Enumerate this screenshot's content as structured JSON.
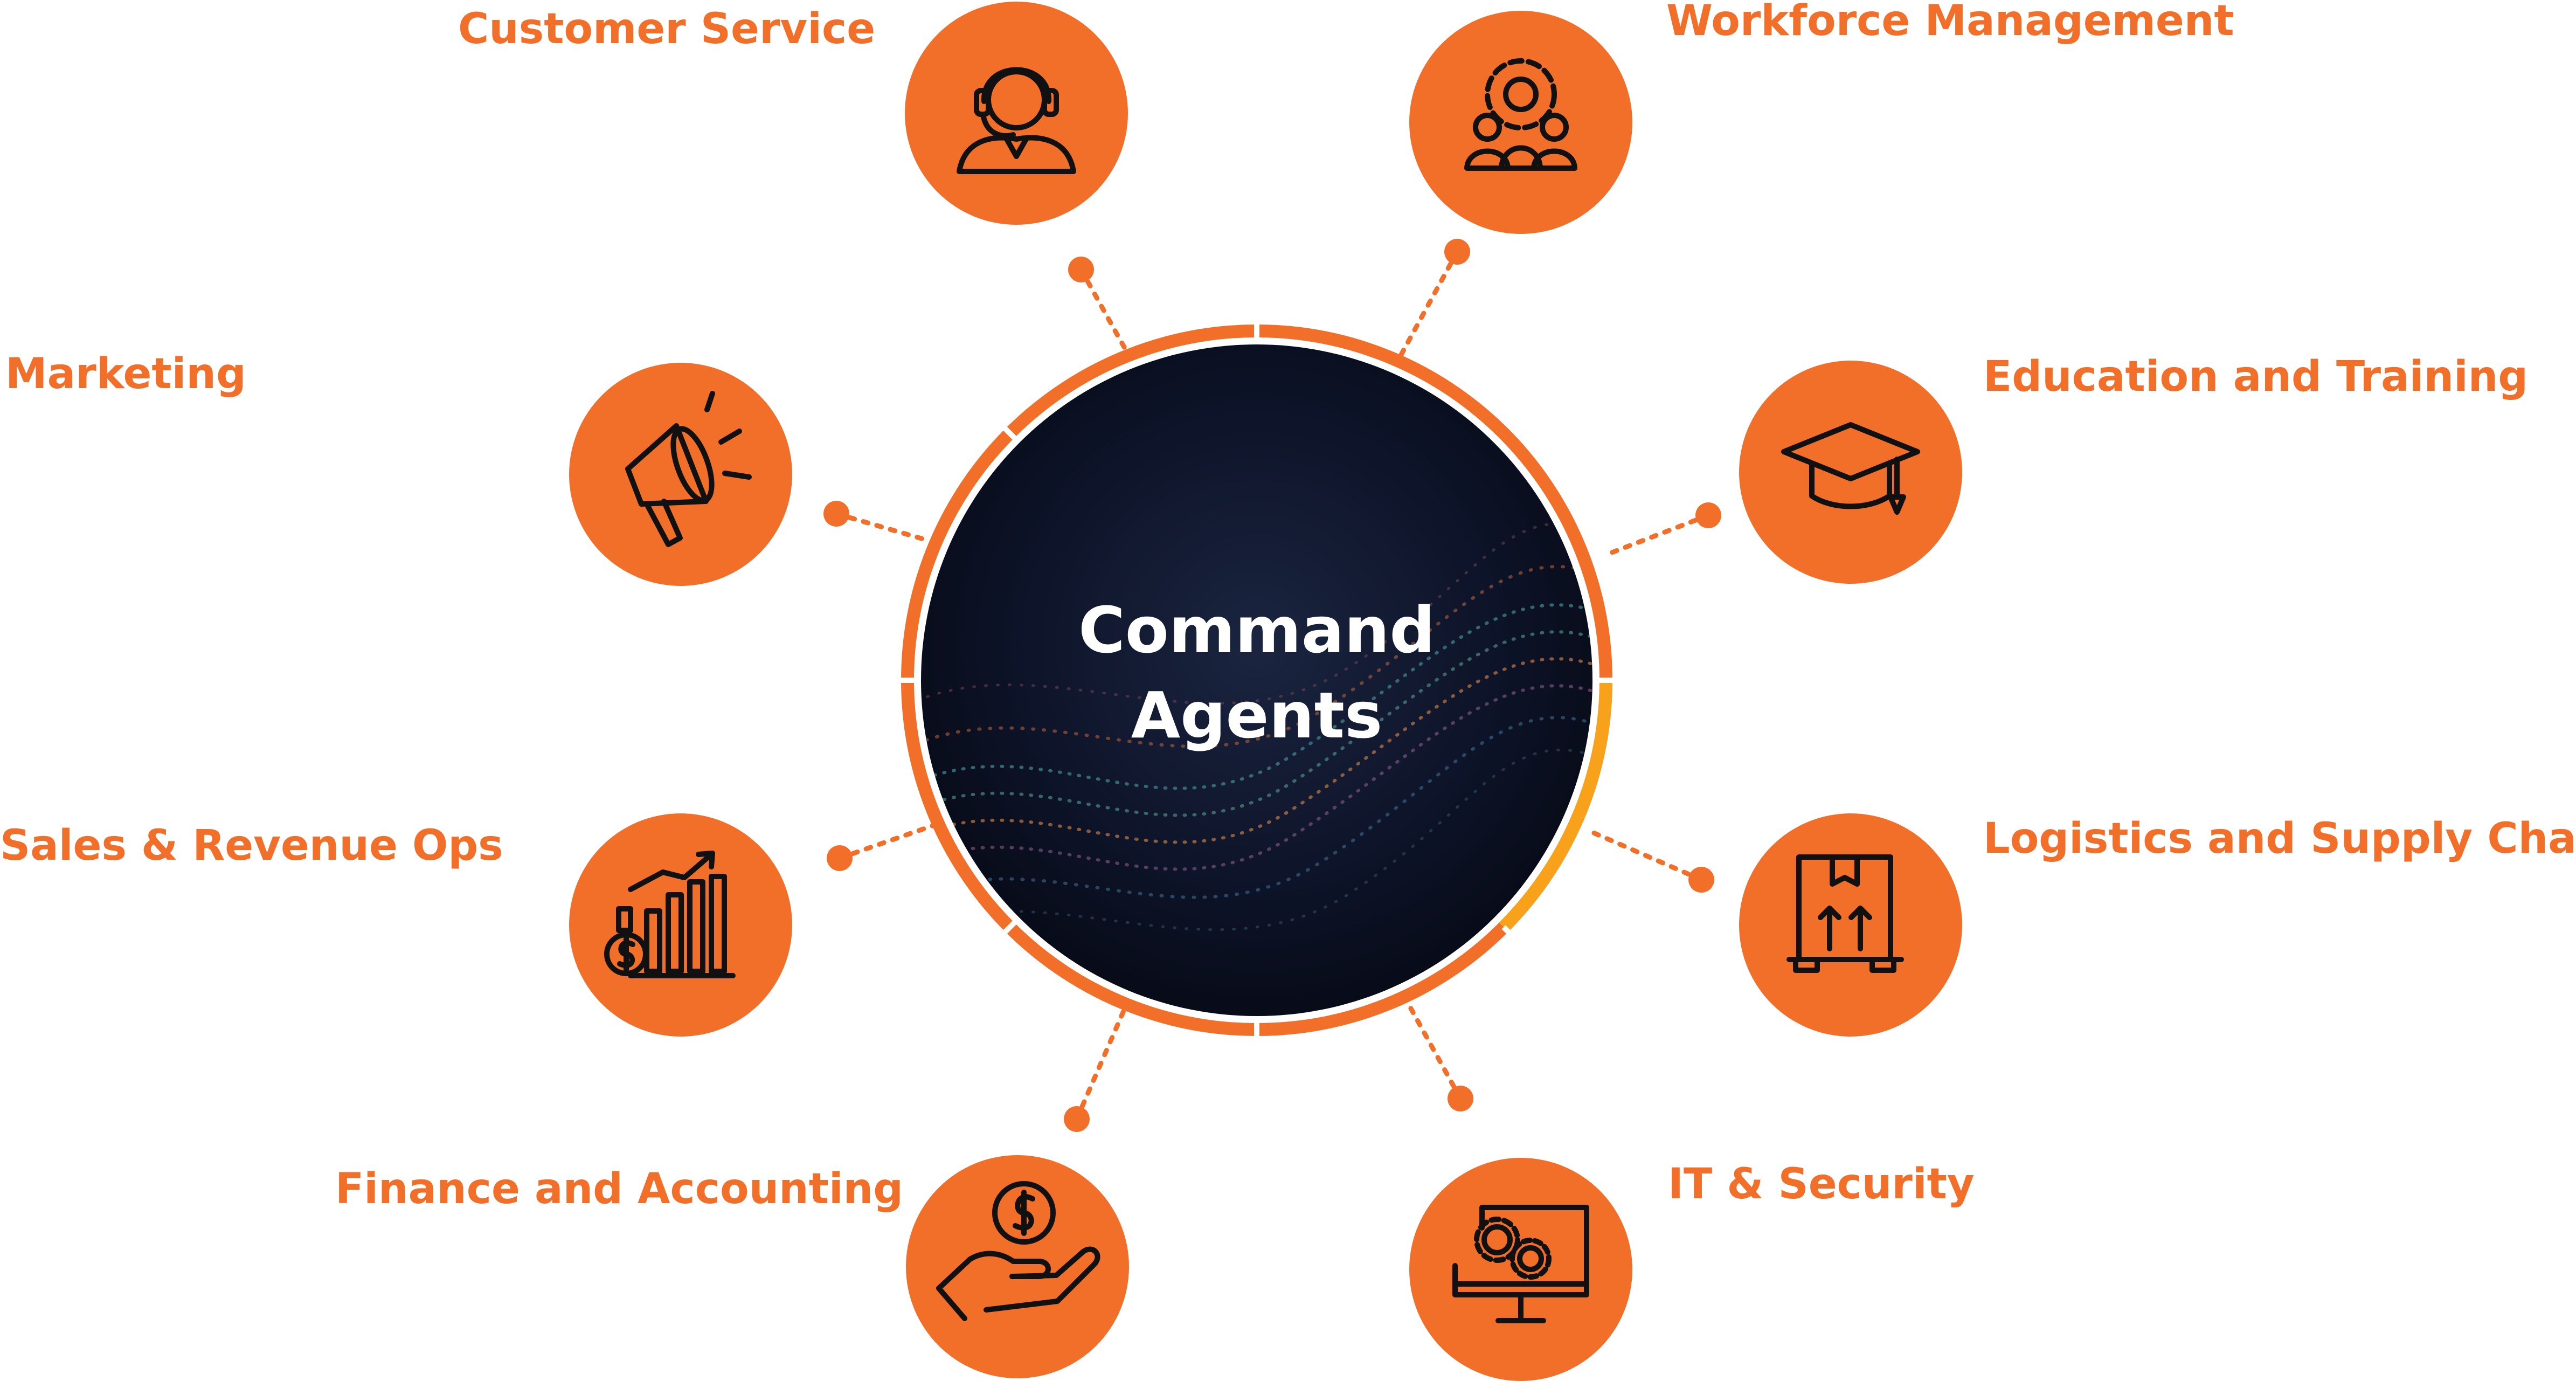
{
  "center": {
    "line1": "Command",
    "line2": "Agents"
  },
  "nodes": [
    {
      "id": "customer-service",
      "label": "Customer Service",
      "icon": "headset-agent-icon"
    },
    {
      "id": "workforce-management",
      "label": "Workforce Management",
      "icon": "team-gear-icon"
    },
    {
      "id": "marketing",
      "label": "Marketing",
      "icon": "megaphone-icon"
    },
    {
      "id": "education-training",
      "label": "Education and Training",
      "icon": "graduation-cap-icon"
    },
    {
      "id": "sales-revenue-ops",
      "label": "Sales & Revenue Ops",
      "icon": "growth-chart-dollar-icon"
    },
    {
      "id": "logistics-supply-chain",
      "label": "Logistics and Supply Chain",
      "icon": "package-box-icon"
    },
    {
      "id": "finance-accounting",
      "label": "Finance and Accounting",
      "icon": "hand-coin-icon"
    },
    {
      "id": "it-security",
      "label": "IT & Security",
      "icon": "monitor-gears-icon"
    }
  ],
  "colors": {
    "accent": "#F26F2A",
    "ring": "#F6961E",
    "core_dark": "#0B1020",
    "icon_stroke": "#111111",
    "center_text": "#FFFFFF"
  }
}
